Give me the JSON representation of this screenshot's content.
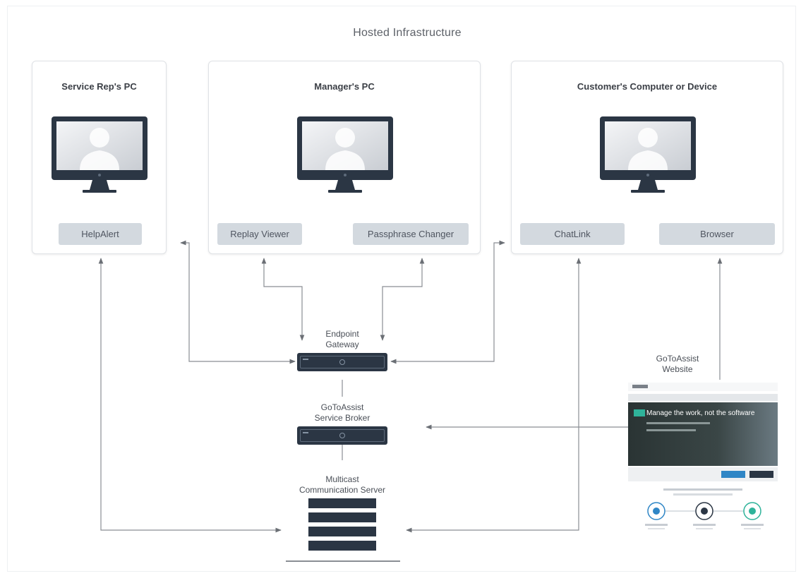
{
  "title": "Hosted Infrastructure",
  "panels": {
    "rep": {
      "title": "Service Rep's PC",
      "chips": [
        "HelpAlert"
      ]
    },
    "manager": {
      "title": "Manager's PC",
      "chips": [
        "Replay Viewer",
        "Passphrase Changer"
      ]
    },
    "customer": {
      "title": "Customer's Computer or Device",
      "chips": [
        "ChatLink",
        "Browser"
      ]
    }
  },
  "nodes": {
    "gateway": "Endpoint\nGateway",
    "broker": "GoToAssist\nService Broker",
    "server": "Multicast\nCommunication Server",
    "website": "GoToAssist\nWebsite"
  },
  "website_preview": {
    "hero": "Manage the work, not the software"
  },
  "colors": {
    "device": "#2b3644",
    "chip": "#d3d9df",
    "arrow": "#6b6f75",
    "hero": "#2d3a3a",
    "accent_teal": "#2fb39a"
  }
}
